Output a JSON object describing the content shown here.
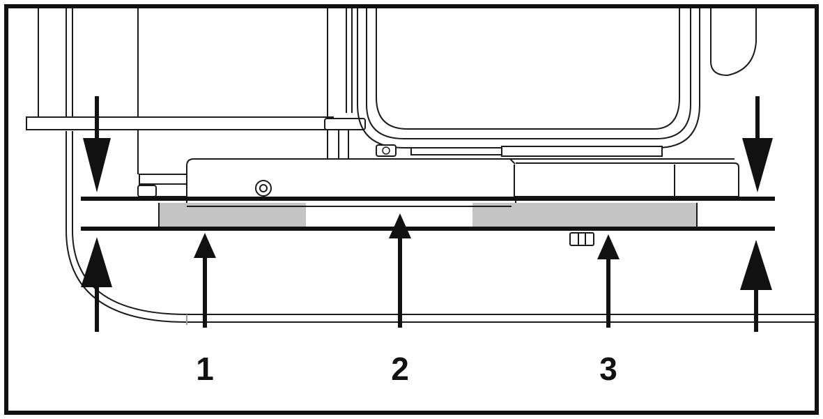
{
  "figure": {
    "callouts": [
      {
        "id": "1",
        "label": "1"
      },
      {
        "id": "2",
        "label": "2"
      },
      {
        "id": "3",
        "label": "3"
      }
    ]
  },
  "colors": {
    "frame": "#111111",
    "line_art": "#1a1a1a",
    "light_line": "#9a9a9a",
    "spacer_fill": "#c4c4c4",
    "gap_fill": "#ffffff",
    "background": "#ffffff"
  }
}
